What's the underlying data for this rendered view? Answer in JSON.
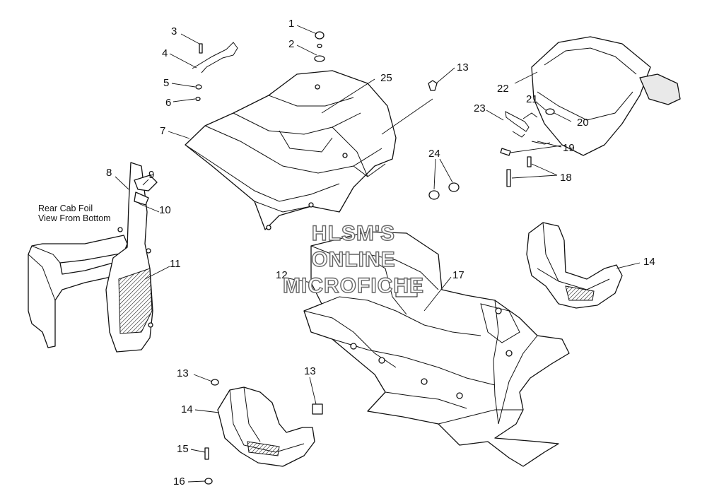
{
  "callouts": {
    "c1": "1",
    "c2": "2",
    "c3": "3",
    "c4": "4",
    "c5": "5",
    "c6": "6",
    "c7": "7",
    "c8": "8",
    "c9": "9",
    "c10": "10",
    "c11": "11",
    "c12": "12",
    "c13a": "13",
    "c13b": "13",
    "c13c": "13",
    "c14a": "14",
    "c14b": "14",
    "c15": "15",
    "c16": "16",
    "c17": "17",
    "c18": "18",
    "c19": "19",
    "c20": "20",
    "c21": "21",
    "c22": "22",
    "c23": "23",
    "c24": "24",
    "c25": "25"
  },
  "note": {
    "line1": "Rear Cab Foil",
    "line2": "View From Bottom"
  },
  "watermark": {
    "line1": "HLSM'S",
    "line2": "ONLINE",
    "line3": "MICROFICHE"
  }
}
